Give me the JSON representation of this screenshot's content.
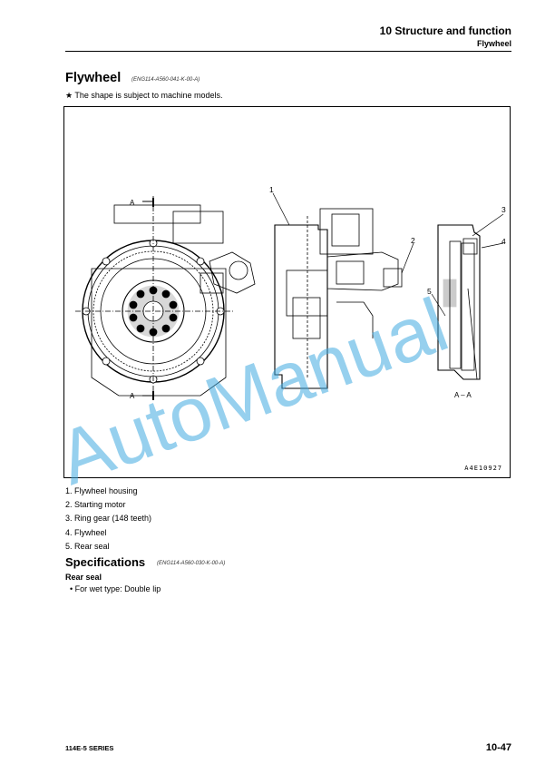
{
  "header": {
    "title": "10 Structure and function",
    "subtitle": "Flywheel"
  },
  "section": {
    "title": "Flywheel",
    "code": "(ENG114-A560-041-K-00-A)",
    "note": "★  The shape is subject to machine models."
  },
  "figure": {
    "id": "A4E10927",
    "section_mark_a": "A",
    "section_view_label": "A – A",
    "callouts": [
      "1",
      "2",
      "3",
      "4",
      "5"
    ]
  },
  "parts": [
    "1. Flywheel housing",
    "2. Starting motor",
    "3. Ring gear (148 teeth)",
    "4. Flywheel",
    "5. Rear seal"
  ],
  "specs": {
    "title": "Specifications",
    "code": "(ENG114-A560-030-K-00-A)",
    "rear_seal_title": "Rear seal",
    "rear_seal_item": "•  For wet type: Double lip"
  },
  "footer": {
    "series": "114E-5 SERIES",
    "page": "10-47"
  },
  "watermark": {
    "text": "AutoManual",
    "color": "#3fa9e0"
  }
}
